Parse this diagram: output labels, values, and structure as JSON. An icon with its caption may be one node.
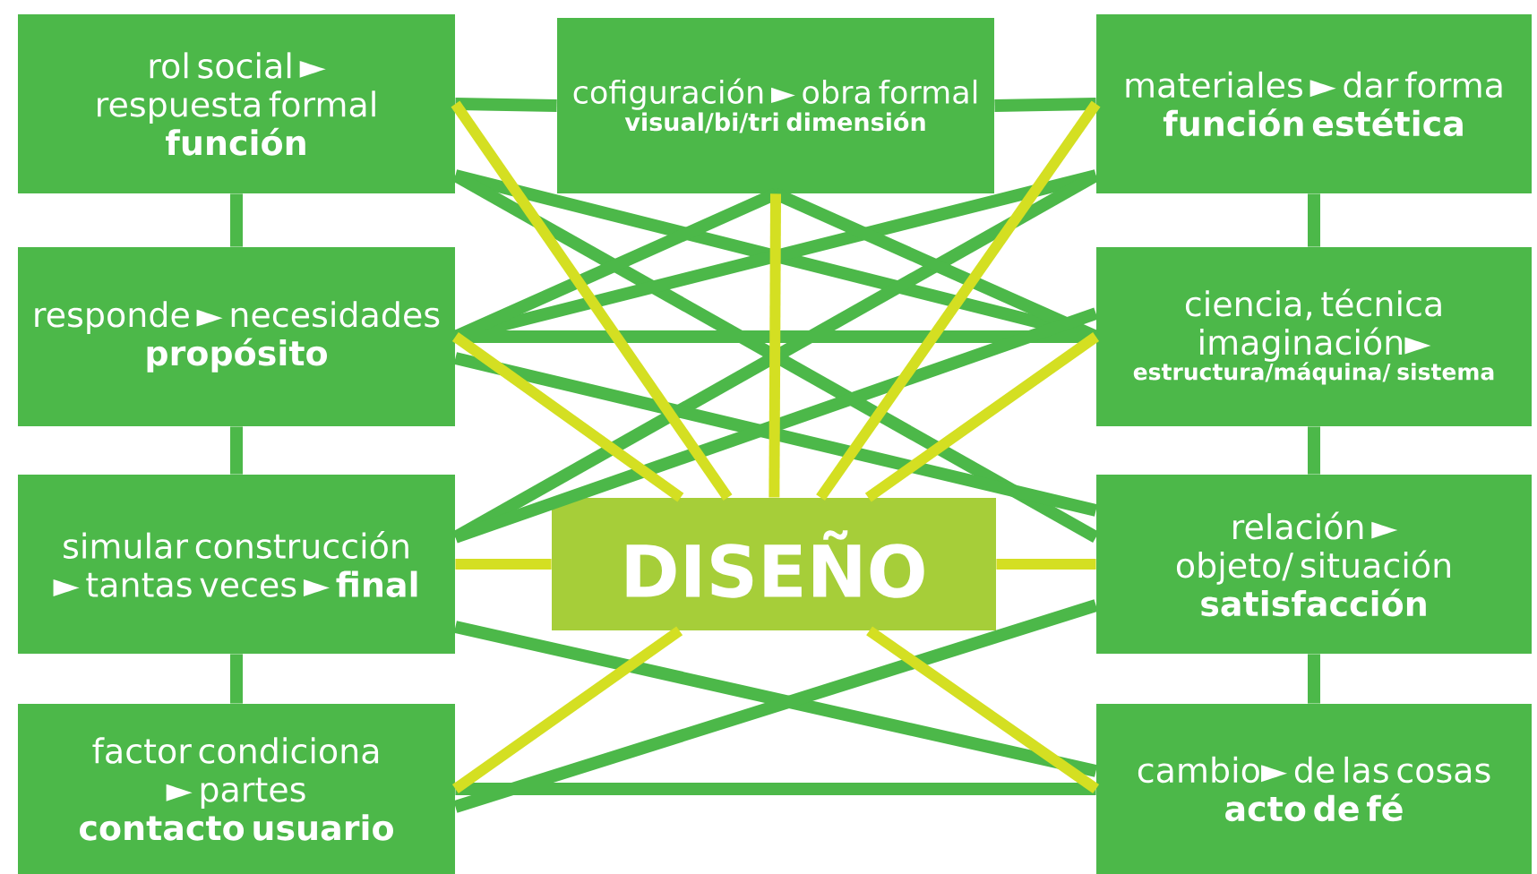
{
  "diagram": {
    "nodes": [
      {
        "text": [
          "rol social ► respuesta formal",
          "función"
        ]
      },
      {
        "text": [
          "cofiguración ► obra formal",
          "visual/bi/tri dimensión"
        ]
      },
      {
        "text": [
          "materiales ► dar forma",
          "función estética"
        ]
      },
      {
        "text": [
          "responde ► necesidades",
          "propósito"
        ]
      },
      {
        "text": [
          "ciencia, técnica imaginación►",
          "estructura/máquina/ sistema"
        ]
      },
      {
        "text": [
          "simular construcción ► tantas veces ► **final**"
        ]
      },
      {
        "text": [
          "DISEÑO"
        ]
      },
      {
        "text": [
          "relación ► objeto/ situación",
          "satisfacción"
        ]
      },
      {
        "text": [
          "factor condiciona ► partes",
          "contacto usuario"
        ]
      },
      {
        "text": [
          "cambio► de las cosas",
          "acto de fé"
        ]
      }
    ],
    "edges": [
      {
        "from": 0,
        "to": 3,
        "arrow": "none"
      },
      {
        "from": 3,
        "to": 5,
        "arrow": "none"
      },
      {
        "from": 5,
        "to": 8,
        "arrow": "none"
      },
      {
        "from": 2,
        "to": 4,
        "arrow": "none"
      },
      {
        "from": 4,
        "to": 7,
        "arrow": "none"
      },
      {
        "from": 7,
        "to": 9,
        "arrow": "none"
      },
      {
        "from": 0,
        "to": 1,
        "arrow": "none"
      },
      {
        "from": 1,
        "to": 2,
        "arrow": "none"
      },
      {
        "from": 0,
        "to": 4,
        "arrow": "none"
      },
      {
        "from": 0,
        "to": 7,
        "arrow": "none"
      },
      {
        "from": 2,
        "to": 3,
        "arrow": "none"
      },
      {
        "from": 2,
        "to": 5,
        "arrow": "none"
      },
      {
        "from": 1,
        "to": 3,
        "arrow": "none"
      },
      {
        "from": 1,
        "to": 4,
        "arrow": "none"
      },
      {
        "from": 3,
        "to": 4,
        "arrow": "none"
      },
      {
        "from": 3,
        "to": 7,
        "arrow": "none"
      },
      {
        "from": 4,
        "to": 5,
        "arrow": "none"
      },
      {
        "from": 5,
        "to": 9,
        "arrow": "none"
      },
      {
        "from": 7,
        "to": 8,
        "arrow": "none"
      },
      {
        "from": 8,
        "to": 9,
        "arrow": "none"
      },
      {
        "from": 0,
        "to": 6,
        "arrow": "none",
        "color": "#d4df22"
      },
      {
        "from": 1,
        "to": 6,
        "arrow": "none",
        "color": "#d4df22"
      },
      {
        "from": 2,
        "to": 6,
        "arrow": "none",
        "color": "#d4df22"
      },
      {
        "from": 3,
        "to": 6,
        "arrow": "none",
        "color": "#d4df22"
      },
      {
        "from": 4,
        "to": 6,
        "arrow": "none",
        "color": "#d4df22"
      },
      {
        "from": 5,
        "to": 6,
        "arrow": "none",
        "color": "#d4df22"
      },
      {
        "from": 7,
        "to": 6,
        "arrow": "none",
        "color": "#d4df22"
      },
      {
        "from": 8,
        "to": 6,
        "arrow": "none",
        "color": "#d4df22"
      },
      {
        "from": 9,
        "to": 6,
        "arrow": "none",
        "color": "#d4df22"
      }
    ]
  }
}
